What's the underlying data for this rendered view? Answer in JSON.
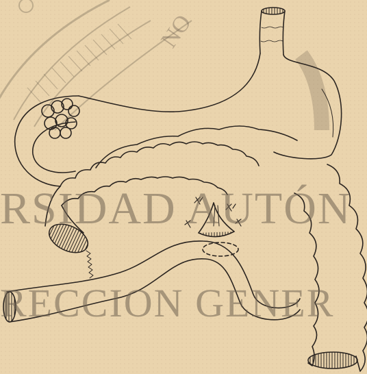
{
  "plate": {
    "background": "#ead4ad",
    "ink": "#2a2420",
    "watermark_color": "#6e6050"
  },
  "watermark": {
    "line1": "RSIDAD AUTÓN",
    "line2": "RECCION GENER",
    "seal_text": "NO"
  }
}
